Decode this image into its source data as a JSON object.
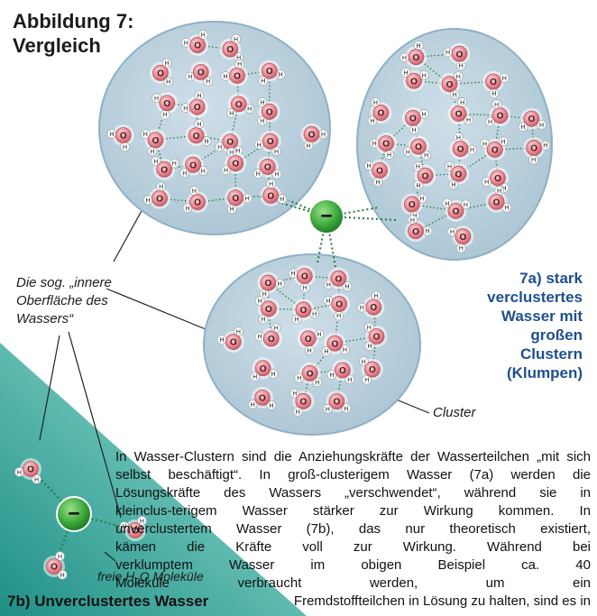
{
  "title": {
    "line1": "Abbildung 7:",
    "line2": "Vergleich"
  },
  "caption_7a": [
    "7a) stark",
    "verclustertes",
    "Wasser mit",
    "großen",
    "Clustern",
    "(Klumpen)"
  ],
  "inner_surface_label": [
    "Die sog. „innere",
    "Oberfläche des",
    "Wassers“"
  ],
  "cluster_label": "Cluster",
  "free_molecules_label": {
    "prefix": "freie H",
    "sub": "2",
    "suffix": "O Moleküle"
  },
  "caption_7b": "7b) Unverclustertes Wasser",
  "body_text": [
    "In Wasser-Clustern sind die Anziehungskräfte der Wasserteilchen „mit sich",
    "selbst beschäftigt“. In groß-clusterigem Wasser (7a) werden die",
    "Lösungskräfte des Wassers „verschwendet“, während sie in",
    "kleinclus-terigem Wasser stärker zur Wirkung kommen. In",
    "unverclustertem Wasser (7b), das nur theoretisch existiert,",
    "kämen die Kräfte voll zur Wirkung. Während bei",
    "verklumptem Wasser im obigen Beispiel ca. 40",
    "Moleküle verbraucht werden, um ein",
    "Fremdstoffteilchen in Lösung zu halten, sind es in"
  ],
  "ion_symbol": "−",
  "atom_labels": {
    "oxygen": "O",
    "hydrogen": "H"
  },
  "colors": {
    "cluster_fill": "#b9cfdc",
    "cluster_stroke": "#8fb0c4",
    "oxygen": "#e88a92",
    "hydrogen": "#ffffff",
    "bond_dotted": "#1e7a3c",
    "ion_green": "#3aa83a",
    "triangle_teal": "#2f9f94",
    "caption_blue": "#1f4f8f"
  }
}
